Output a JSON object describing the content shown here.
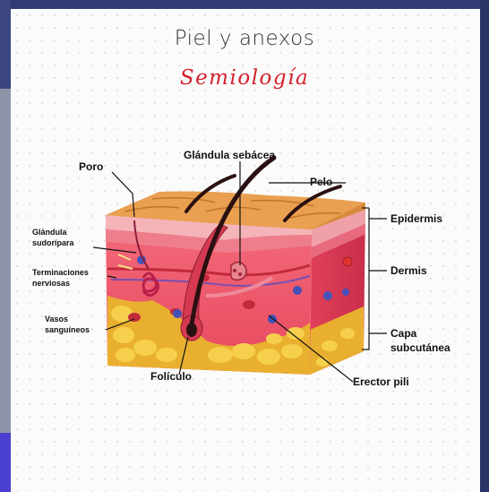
{
  "page": {
    "title": "Piel y anexos",
    "subtitle": "Semiología"
  },
  "diagram": {
    "labels": {
      "poro": "Poro",
      "glandula_sebacea": "Glándula sebácea",
      "pelo": "Pelo",
      "glandula_sudoripara_1": "Glándula",
      "glandula_sudoripara_2": "sudorípara",
      "terminaciones_1": "Terminaciones",
      "terminaciones_2": "nerviosas",
      "vasos_1": "Vasos",
      "vasos_2": "sanguíneos",
      "foliculo": "Folículo",
      "erector_pili": "Erector pili",
      "epidermis": "Epidermis",
      "dermis": "Dermis",
      "capa_1": "Capa",
      "capa_2": "subcutánea"
    }
  }
}
